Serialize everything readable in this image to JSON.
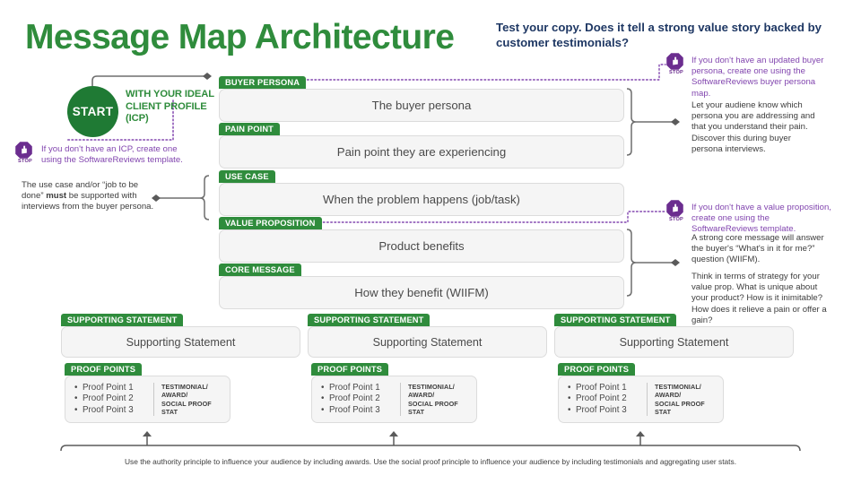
{
  "header": {
    "title": "Message Map Architecture",
    "subtitle": "Test your copy. Does it tell a strong value story backed by customer testimonials?"
  },
  "start": {
    "label": "START",
    "icp_label": "WITH YOUR IDEAL CLIENT PROFILE (ICP)"
  },
  "stop_caption": "STOP",
  "main_rows": [
    {
      "tag": "BUYER PERSONA",
      "value": "The buyer persona"
    },
    {
      "tag": "PAIN POINT",
      "value": "Pain point they are experiencing"
    },
    {
      "tag": "USE CASE",
      "value": "When the problem happens (job/task)"
    },
    {
      "tag": "VALUE PROPOSITION",
      "value": "Product benefits"
    },
    {
      "tag": "CORE MESSAGE",
      "value": "How they benefit (WIIFM)"
    }
  ],
  "left_notes": [
    {
      "type": "stop",
      "text": "If you don't have an ICP, create one using the SoftwareReviews template."
    },
    {
      "type": "plain",
      "text_before": "The use case and/or “job to be done” ",
      "text_bold": "must",
      "text_after": " be supported with interviews from the buyer persona."
    }
  ],
  "right_notes": [
    {
      "type": "stop",
      "text": "If you don't have an updated buyer persona, create one using the SoftwareReviews buyer persona map."
    },
    {
      "type": "plain",
      "text": "Let your audiene know which persona you are addressing and that you understand their pain. Discover this during buyer persona interviews."
    },
    {
      "type": "stop",
      "text": "If you don't have a value proposition, create one using the SoftwareReviews template."
    },
    {
      "type": "plain",
      "text": "A strong core message will answer the buyer's “What's in it for me?” question (WIIFM)."
    },
    {
      "type": "plain",
      "text": "Think in terms of strategy for your value prop. What is unique about your product? How is it inimitable? How does it relieve a pain or offer a gain?"
    }
  ],
  "columns": [
    {
      "sup_tag": "SUPPORTING STATEMENT",
      "sup_value": "Supporting Statement",
      "proof_tag": "PROOF POINTS",
      "proof_points": [
        "Proof Point 1",
        "Proof Point 2",
        "Proof Point 3"
      ],
      "testimonial": "TESTIMONIAL/ AWARD/ SOCIAL PROOF STAT"
    },
    {
      "sup_tag": "SUPPORTING STATEMENT",
      "sup_value": "Supporting Statement",
      "proof_tag": "PROOF POINTS",
      "proof_points": [
        "Proof Point 1",
        "Proof Point 2",
        "Proof Point 3"
      ],
      "testimonial": "TESTIMONIAL/ AWARD/ SOCIAL PROOF STAT"
    },
    {
      "sup_tag": "SUPPORTING STATEMENT",
      "sup_value": "Supporting Statement",
      "proof_tag": "PROOF POINTS",
      "proof_points": [
        "Proof Point 1",
        "Proof Point 2",
        "Proof Point 3"
      ],
      "testimonial": "TESTIMONIAL/ AWARD/ SOCIAL PROOF STAT"
    }
  ],
  "testimonial_lines": [
    "TESTIMONIAL/",
    "AWARD/",
    "SOCIAL PROOF",
    "STAT"
  ],
  "caption": "Use the authority principle to influence your audience by including awards. Use the social proof principle to influence your audience by including testimonials and aggregating user stats.",
  "colors": {
    "green": "#2f8c3c",
    "dark_green": "#1f7a34",
    "navy": "#1f3864",
    "purple": "#8246af",
    "purple_dark": "#6b2d8f",
    "box_bg": "#f5f5f5",
    "line": "#6e6e6e"
  }
}
